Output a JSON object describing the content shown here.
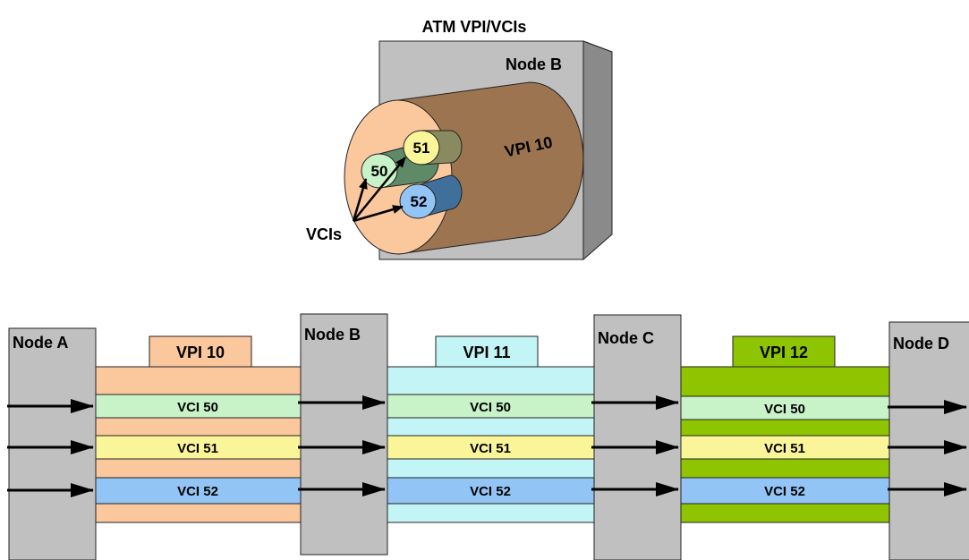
{
  "title": "ATM VPI/VCIs",
  "top_diagram": {
    "node_label": "Node B",
    "vpi_label": "VPI 10",
    "vci_labels": [
      "50",
      "51",
      "52"
    ],
    "callout_label": "VCIs"
  },
  "bottom_diagram": {
    "nodes": [
      "Node A",
      "Node B",
      "Node C",
      "Node D"
    ],
    "vpi_groups": [
      {
        "label": "VPI 10",
        "color": "#fbc79c",
        "tag_color": "#fbc79c"
      },
      {
        "label": "VPI 11",
        "color": "#c4f5f6",
        "tag_color": "#c4f5f6"
      },
      {
        "label": "VPI 12",
        "color": "#8ec400",
        "tag_color": "#8ec400"
      }
    ],
    "vci_rows": [
      {
        "label": "VCI 50",
        "color": "#c8f2c8"
      },
      {
        "label": "VCI 51",
        "color": "#fbf59a"
      },
      {
        "label": "VCI 52",
        "color": "#92c5f5"
      }
    ]
  },
  "colors": {
    "node_gray": "#c0c0c0",
    "node_dark": "#8a8a8a",
    "outer_pipe": "#fbc79c",
    "pipe_brown": "#9c7450"
  }
}
